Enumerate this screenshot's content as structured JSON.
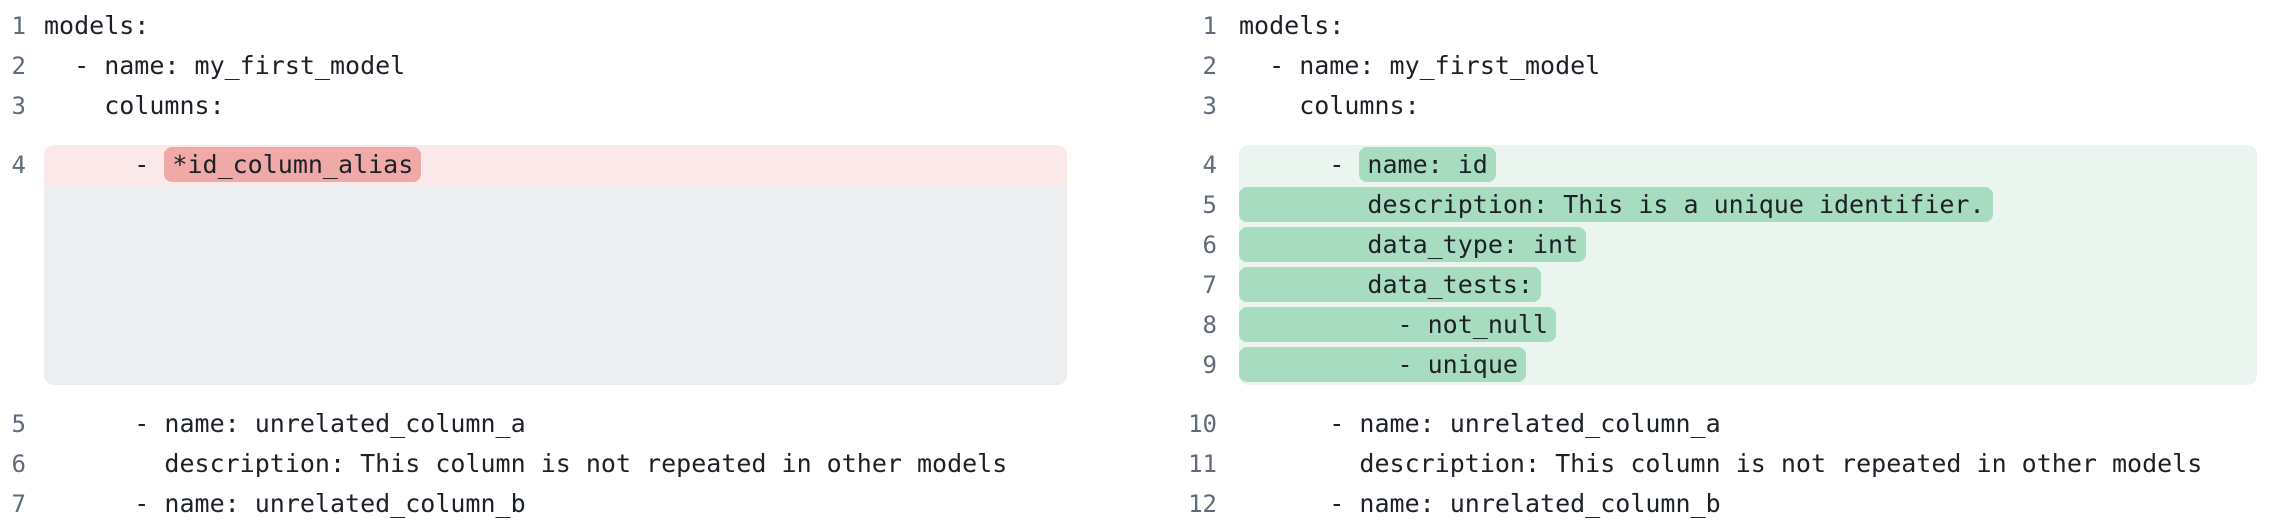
{
  "colors": {
    "removed_row_bg": "#fbe9e9",
    "removed_token_bg": "#efa9a6",
    "collapsed_spacer_bg": "#edeef0",
    "added_row_bg": "#e9f5ee",
    "added_token_bg": "#a8dcc0",
    "line_number_color": "#5f6a7a",
    "code_text_color": "#1c2027"
  },
  "diff": {
    "old": {
      "lines": [
        {
          "num": "1",
          "text": "models:"
        },
        {
          "num": "2",
          "text": "  - name: my_first_model"
        },
        {
          "num": "3",
          "text": "    columns:"
        },
        {
          "num": "4",
          "pre": "      - ",
          "hl": "*id_column_alias"
        },
        {
          "num": "5",
          "text": "      - name: unrelated_column_a"
        },
        {
          "num": "6",
          "text": "        description: This column is not repeated in other models"
        },
        {
          "num": "7",
          "text": "      - name: unrelated_column_b"
        }
      ]
    },
    "new": {
      "lines": [
        {
          "num": "1",
          "text": "models:"
        },
        {
          "num": "2",
          "text": "  - name: my_first_model"
        },
        {
          "num": "3",
          "text": "    columns:"
        },
        {
          "num": "4",
          "pre": "      - ",
          "hl": "name: id"
        },
        {
          "num": "5",
          "hl": "        description: This is a unique identifier."
        },
        {
          "num": "6",
          "hl": "        data_type: int"
        },
        {
          "num": "7",
          "hl": "        data_tests:"
        },
        {
          "num": "8",
          "hl": "          - not_null"
        },
        {
          "num": "9",
          "hl": "          - unique"
        },
        {
          "num": "10",
          "text": "      - name: unrelated_column_a"
        },
        {
          "num": "11",
          "text": "        description: This column is not repeated in other models"
        },
        {
          "num": "12",
          "text": "      - name: unrelated_column_b"
        }
      ]
    }
  }
}
